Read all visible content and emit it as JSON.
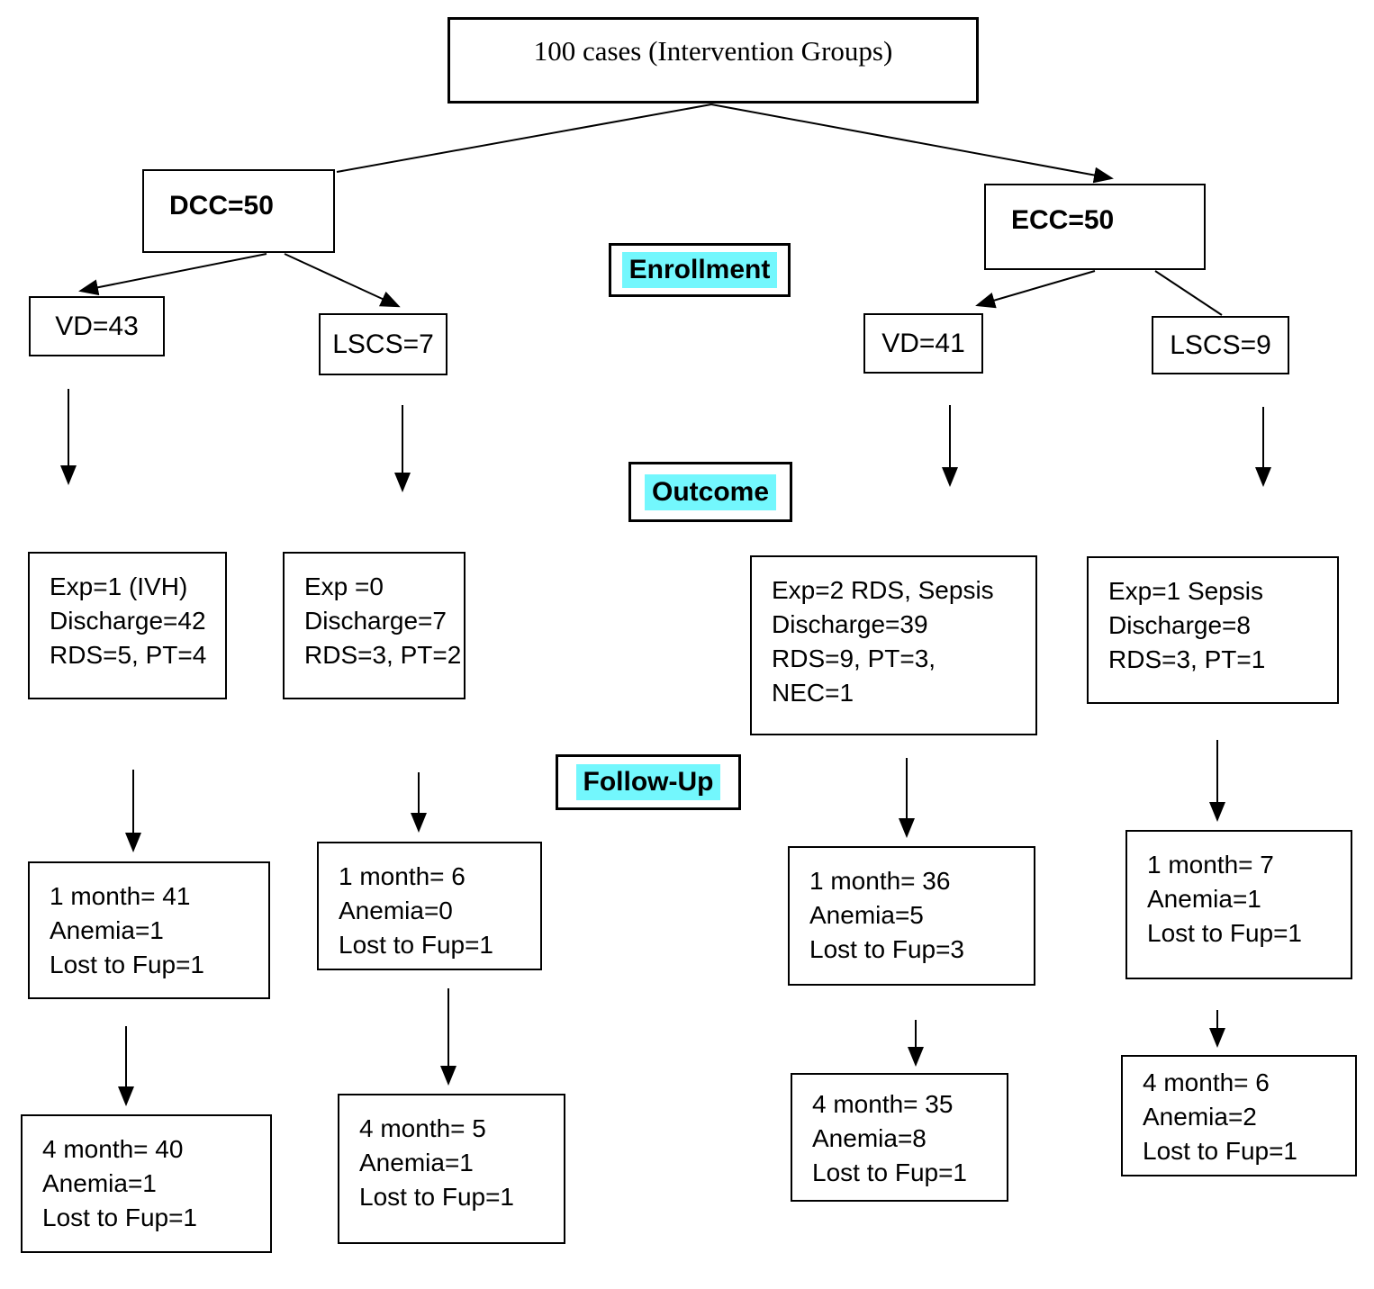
{
  "diagram": {
    "title": "100 cases (Intervention Groups)",
    "stages": {
      "enrollment": "Enrollment",
      "outcome": "Outcome",
      "followup": "Follow-Up"
    },
    "colors": {
      "highlight": "#73F7FD",
      "line": "#000000",
      "border": "#000000",
      "background": "#FFFFFF"
    },
    "groups": [
      {
        "label": "DCC=50",
        "subgroups": [
          {
            "label": "VD=43"
          },
          {
            "label": "LSCS=7"
          }
        ]
      },
      {
        "label": "ECC=50",
        "subgroups": [
          {
            "label": "VD=41"
          },
          {
            "label": "LSCS=9"
          }
        ]
      }
    ],
    "outcome_boxes": [
      {
        "lines": [
          "Exp=1 (IVH)",
          "Discharge=42",
          "RDS=5, PT=4"
        ]
      },
      {
        "lines": [
          "Exp =0",
          "Discharge=7",
          "RDS=3, PT=2"
        ]
      },
      {
        "lines": [
          "Exp=2 RDS, Sepsis",
          "Discharge=39",
          "RDS=9, PT=3,",
          "NEC=1"
        ]
      },
      {
        "lines": [
          "Exp=1 Sepsis",
          "Discharge=8",
          "RDS=3, PT=1"
        ]
      }
    ],
    "month1_boxes": [
      {
        "lines": [
          "1 month= 41",
          "Anemia=1",
          "Lost to Fup=1"
        ]
      },
      {
        "lines": [
          "1 month= 6",
          "Anemia=0",
          "Lost to Fup=1"
        ]
      },
      {
        "lines": [
          "1 month= 36",
          "Anemia=5",
          "Lost to Fup=3"
        ]
      },
      {
        "lines": [
          "1 month= 7",
          "Anemia=1",
          "Lost to Fup=1"
        ]
      }
    ],
    "month4_boxes": [
      {
        "lines": [
          "4 month= 40",
          "Anemia=1",
          "Lost to Fup=1"
        ]
      },
      {
        "lines": [
          "4 month= 5",
          "Anemia=1",
          "Lost to Fup=1"
        ]
      },
      {
        "lines": [
          "4 month= 35",
          "Anemia=8",
          "Lost to Fup=1"
        ]
      },
      {
        "lines": [
          "4 month= 6",
          "Anemia=2",
          "Lost to Fup=1"
        ]
      }
    ]
  }
}
